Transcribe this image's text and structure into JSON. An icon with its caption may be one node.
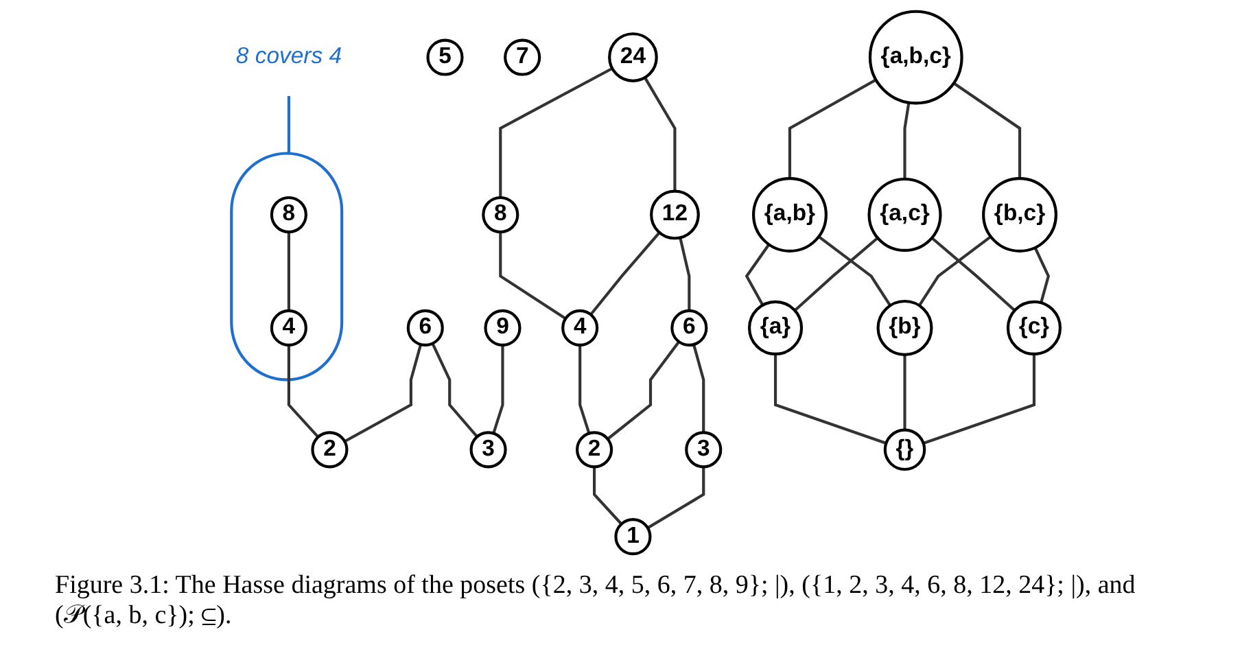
{
  "diagram": {
    "caption": "Figure 3.1: The Hasse diagrams of the posets ({2, 3, 4, 5, 6, 7, 8, 9}; |), ({1, 2, 3, 4, 6, 8, 12, 24}; |), and (𝒫({a, b, c}); ⊆).",
    "nodes": [
      {
        "text": [
          "8 covers 4"
        ]
      },
      {
        "text": [],
        "shape": "box"
      },
      {
        "text": [
          "8"
        ],
        "in": 1
      },
      {
        "text": [
          "4"
        ],
        "in": 1
      },
      {
        "text": [
          "6"
        ]
      },
      {
        "text": [
          "9"
        ]
      },
      {
        "text": [
          "2"
        ]
      },
      {
        "text": [
          "3"
        ]
      },
      {
        "text": [
          "5"
        ]
      },
      {
        "text": [
          "7"
        ]
      },
      {
        "text": [
          "24"
        ]
      },
      {
        "text": [
          "8"
        ]
      },
      {
        "text": [
          "12"
        ]
      },
      {
        "text": [
          "4"
        ]
      },
      {
        "text": [
          "6"
        ]
      },
      {
        "text": [
          "2"
        ]
      },
      {
        "text": [
          "3"
        ]
      },
      {
        "text": [
          "1"
        ]
      },
      {
        "text": [
          "{a,b,c}"
        ]
      },
      {
        "text": [
          "{a,b}"
        ]
      },
      {
        "text": [
          "{a,c}"
        ]
      },
      {
        "text": [
          "{b,c}"
        ]
      },
      {
        "text": [
          "{a}"
        ]
      },
      {
        "text": [
          "{b}"
        ]
      },
      {
        "text": [
          "{c}"
        ]
      },
      {
        "text": [
          "{}"
        ]
      }
    ],
    "edges": [
      {
        "from": 0,
        "to": 1,
        "arrow": "none",
        "color": "#1f6fd1"
      },
      {
        "from": 2,
        "to": 3,
        "arrow": "none"
      },
      {
        "from": 3,
        "to": 6,
        "arrow": "none"
      },
      {
        "from": 4,
        "to": 6,
        "arrow": "none"
      },
      {
        "from": 4,
        "to": 7,
        "arrow": "none"
      },
      {
        "from": 5,
        "to": 7,
        "arrow": "none"
      },
      {
        "from": 10,
        "to": 11,
        "arrow": "none"
      },
      {
        "from": 10,
        "to": 12,
        "arrow": "none"
      },
      {
        "from": 11,
        "to": 13,
        "arrow": "none"
      },
      {
        "from": 12,
        "to": 13,
        "arrow": "none"
      },
      {
        "from": 12,
        "to": 14,
        "arrow": "none"
      },
      {
        "from": 13,
        "to": 15,
        "arrow": "none"
      },
      {
        "from": 14,
        "to": 15,
        "arrow": "none"
      },
      {
        "from": 14,
        "to": 16,
        "arrow": "none"
      },
      {
        "from": 15,
        "to": 17,
        "arrow": "none"
      },
      {
        "from": 16,
        "to": 17,
        "arrow": "none"
      },
      {
        "from": 18,
        "to": 19,
        "arrow": "none"
      },
      {
        "from": 18,
        "to": 20,
        "arrow": "none"
      },
      {
        "from": 18,
        "to": 21,
        "arrow": "none"
      },
      {
        "from": 19,
        "to": 22,
        "arrow": "none"
      },
      {
        "from": 19,
        "to": 23,
        "arrow": "none"
      },
      {
        "from": 20,
        "to": 22,
        "arrow": "none"
      },
      {
        "from": 20,
        "to": 24,
        "arrow": "none"
      },
      {
        "from": 21,
        "to": 23,
        "arrow": "none"
      },
      {
        "from": 21,
        "to": 24,
        "arrow": "none"
      },
      {
        "from": 22,
        "to": 25,
        "arrow": "none"
      },
      {
        "from": 23,
        "to": 25,
        "arrow": "none"
      },
      {
        "from": 24,
        "to": 25,
        "arrow": "none"
      }
    ]
  }
}
